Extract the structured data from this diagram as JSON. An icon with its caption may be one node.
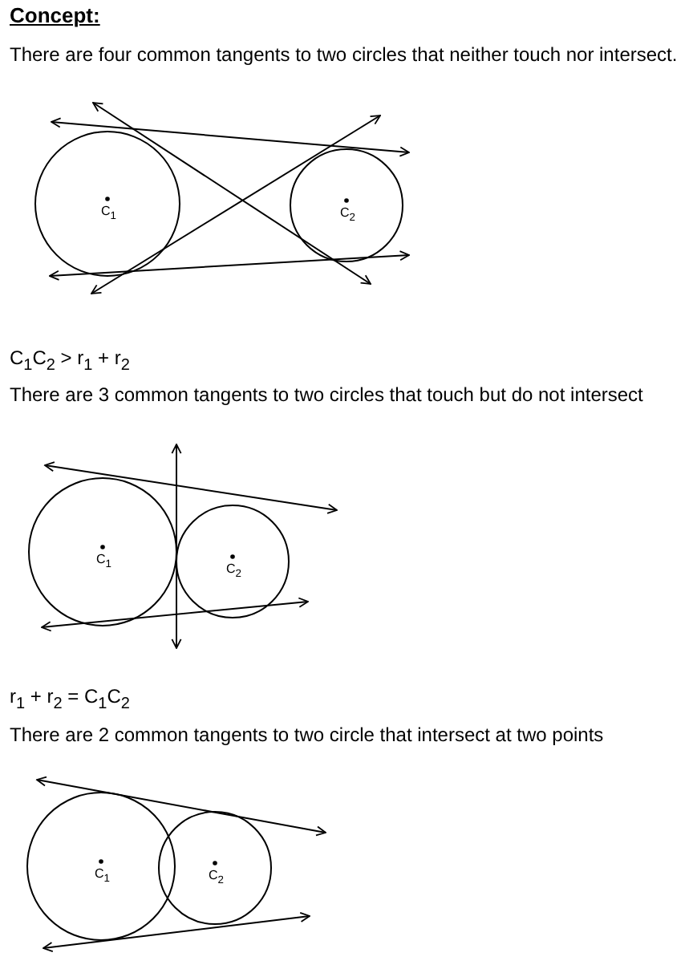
{
  "diagram": {
    "title": "Concept:",
    "labels": [
      "There are four common tangents to two circles that neither touch nor intersect.",
      "C$_{1}$",
      "C$_{2}$",
      "C$_{1}$C$_{2}$ > r$_{1}$ + r$_{2}$",
      "There are 3 common tangents to two circles that touch but do not intersect",
      "C$_{1}$",
      "C$_{2}$",
      "r$_{1}$ + r$_{2}$ = C$_{1}$C$_{2}$",
      "There are 2 common tangents to two circle that intersect at two points",
      "C$_{1}$",
      "C$_{2}$"
    ]
  }
}
